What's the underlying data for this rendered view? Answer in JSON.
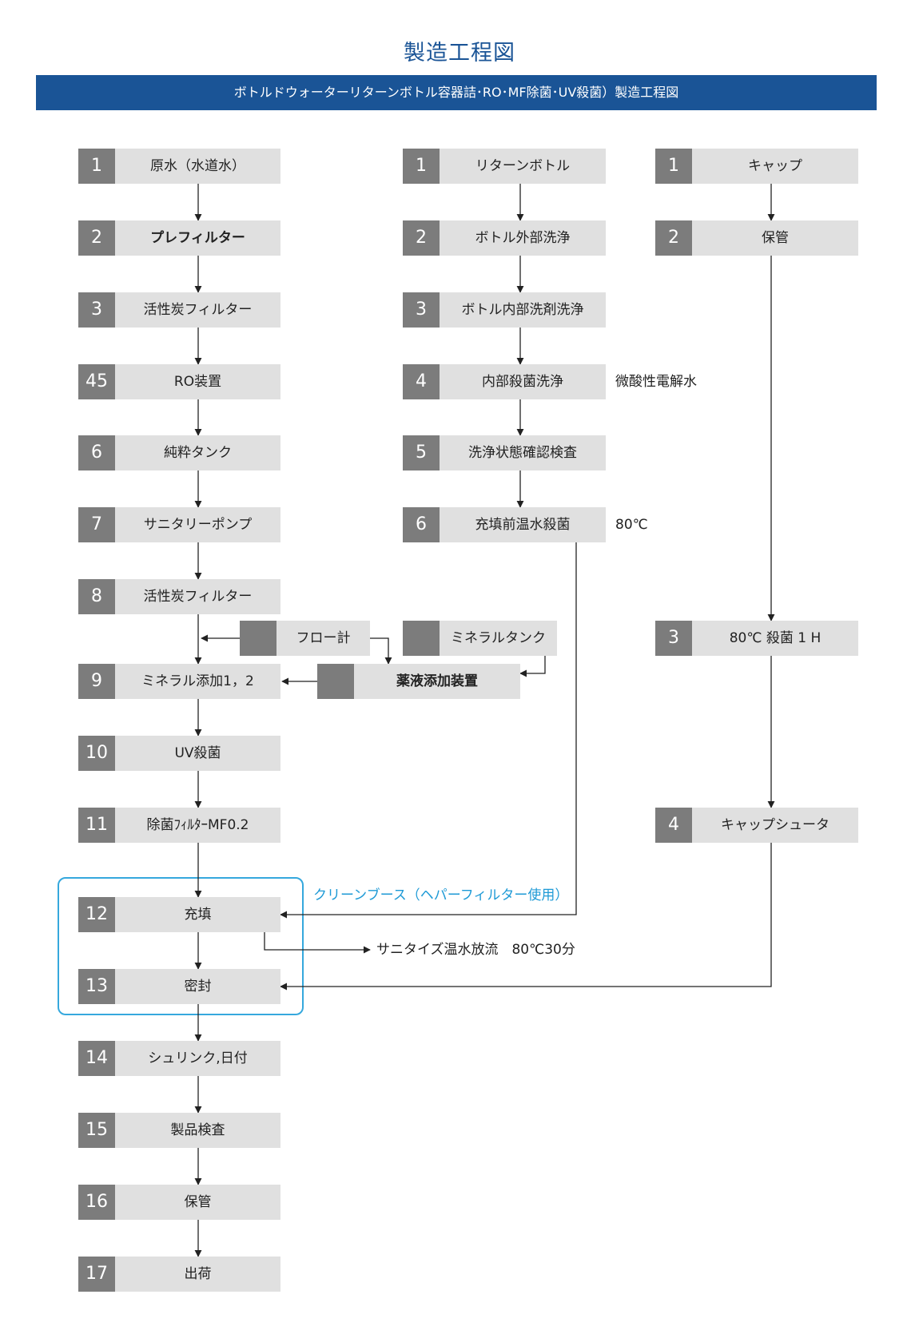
{
  "title": "製造工程図",
  "banner": "ボトルドウォーターリターンボトル容器詰･RO･MF除菌･UV殺菌）製造工程図",
  "water_line": [
    {
      "num": "1",
      "label": "原水（水道水）"
    },
    {
      "num": "2",
      "label": "プレフィルター"
    },
    {
      "num": "3",
      "label": "活性炭フィルター"
    },
    {
      "num": "45",
      "label": "RO装置"
    },
    {
      "num": "6",
      "label": "純粋タンク"
    },
    {
      "num": "7",
      "label": "サニタリーポンプ"
    },
    {
      "num": "8",
      "label": "活性炭フィルター"
    },
    {
      "num": "9",
      "label": "ミネラル添加1，2"
    },
    {
      "num": "10",
      "label": "UV殺菌"
    },
    {
      "num": "11",
      "label": "除菌ﾌｨﾙﾀｰMF0.2"
    },
    {
      "num": "12",
      "label": "充填"
    },
    {
      "num": "13",
      "label": "密封"
    },
    {
      "num": "14",
      "label": "シュリンク,日付"
    },
    {
      "num": "15",
      "label": "製品検査"
    },
    {
      "num": "16",
      "label": "保管"
    },
    {
      "num": "17",
      "label": "出荷"
    }
  ],
  "bottle_line": [
    {
      "num": "1",
      "label": "リターンボトル"
    },
    {
      "num": "2",
      "label": "ボトル外部洗浄"
    },
    {
      "num": "3",
      "label": "ボトル内部洗剤洗浄"
    },
    {
      "num": "4",
      "label": "内部殺菌洗浄",
      "note": "微酸性電解水"
    },
    {
      "num": "5",
      "label": "洗浄状態確認検査"
    },
    {
      "num": "6",
      "label": "充填前温水殺菌",
      "note": "80℃"
    }
  ],
  "cap_line": [
    {
      "num": "1",
      "label": "キャップ"
    },
    {
      "num": "2",
      "label": "保管"
    },
    {
      "num": "3",
      "label": "80℃ 殺菌 1 H"
    },
    {
      "num": "4",
      "label": "キャップシュータ"
    }
  ],
  "aux": {
    "flow_meter": "フロー計",
    "mineral_tank": "ミネラルタンク",
    "dosing_unit": "薬液添加装置"
  },
  "clean_room_label": "クリーンブース（ヘパーフィルター使用）",
  "sanitize_note": "サニタイズ温水放流　80℃30分",
  "colors": {
    "title": "#1a5496",
    "banner": "#1a5496",
    "clean_room": "#35a8dd",
    "number_cell": "#7c7c7c",
    "box": "#e0e0e0"
  }
}
